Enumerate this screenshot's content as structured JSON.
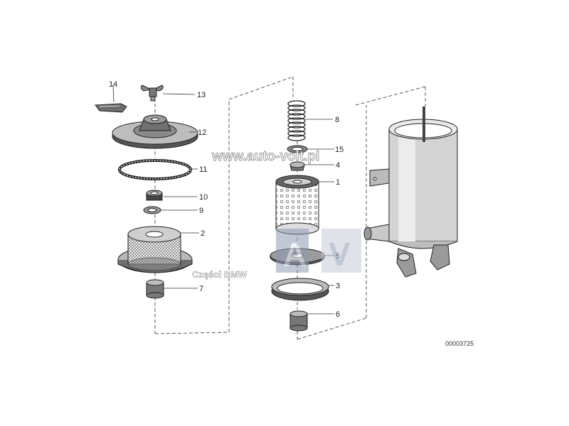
{
  "callouts": {
    "c1": "1",
    "c2": "2",
    "c3": "3",
    "c4": "4",
    "c5": "5",
    "c6": "6",
    "c7": "7",
    "c8": "8",
    "c9": "9",
    "c10": "10",
    "c11": "11",
    "c12": "12",
    "c13": "13",
    "c14": "14",
    "c15": "15"
  },
  "watermark_url": "www.auto-volt.pl",
  "watermark_brand": "Części BMW",
  "watermark_logo_a": "A",
  "watermark_logo_v": "V",
  "reference_number": "00003725"
}
